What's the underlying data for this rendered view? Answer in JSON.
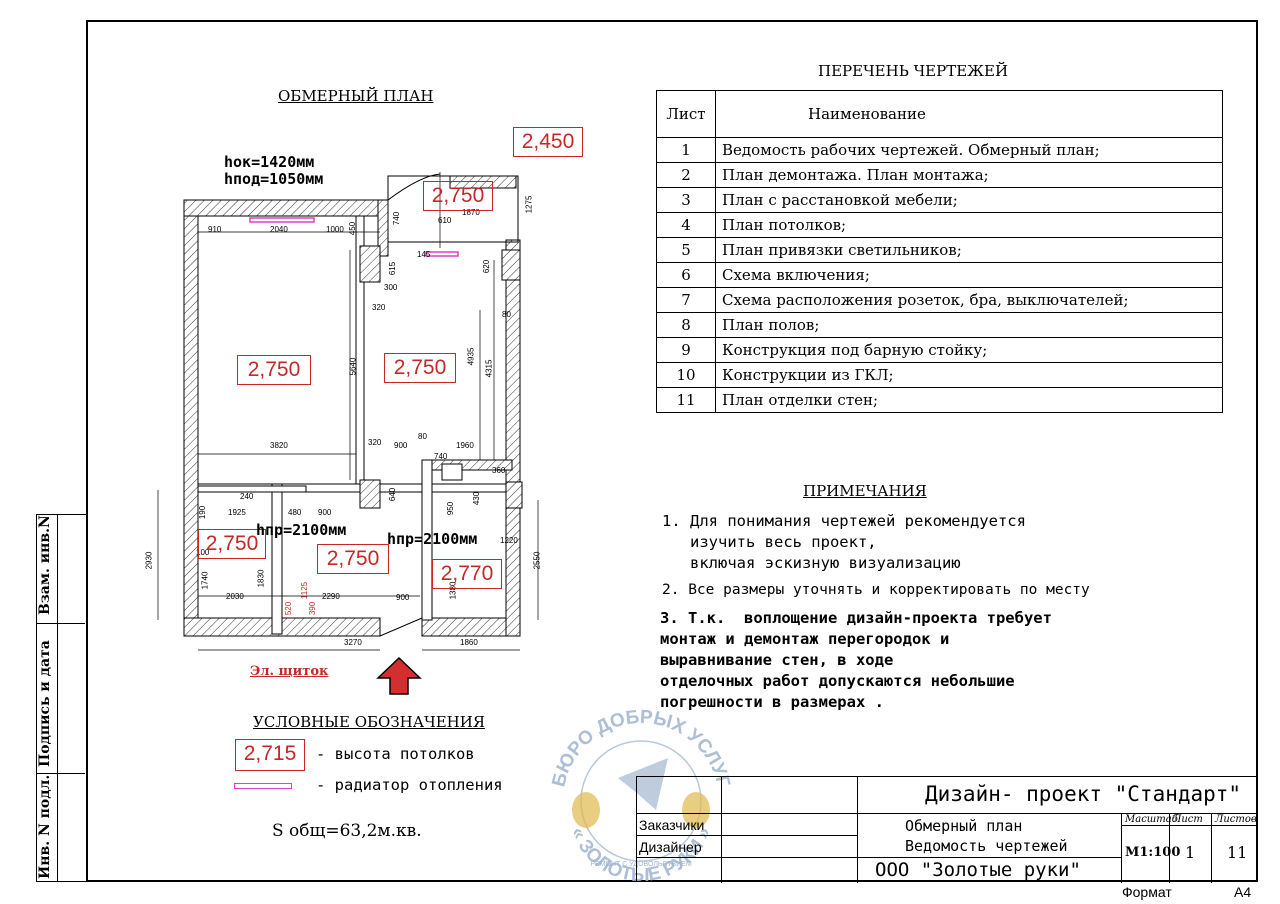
{
  "plan": {
    "title": "ОБМЕРНЫЙ ПЛАН",
    "hok": "hок=1420мм",
    "hpod": "hпод=1050мм",
    "ceilings": [
      "2,450",
      "2,750",
      "2,750",
      "2,750",
      "2,750",
      "2,750",
      "2,770"
    ],
    "door_heights": [
      "hпр=2100мм",
      "hпр=2100мм"
    ],
    "shield_label": "Эл. щиток",
    "dims": [
      "910",
      "2040",
      "1000",
      "450",
      "740",
      "610",
      "1870",
      "1275",
      "145",
      "620",
      "615",
      "300",
      "320",
      "5640",
      "4935",
      "4315",
      "80",
      "3820",
      "320",
      "900",
      "80",
      "1960",
      "740",
      "360",
      "240",
      "640",
      "430",
      "1925",
      "480",
      "900",
      "190",
      "100",
      "1220",
      "950",
      "1380",
      "2930",
      "1740",
      "1830",
      "2030",
      "2290",
      "900",
      "1860",
      "2550",
      "3270",
      "1125",
      "520",
      "390"
    ]
  },
  "drawings": {
    "title": "ПЕРЕЧЕНЬ ЧЕРТЕЖЕЙ",
    "col_sheet": "Лист",
    "col_name": "Наименование",
    "rows": [
      {
        "n": "1",
        "name": "Ведомость рабочих чертежей. Обмерный план;"
      },
      {
        "n": "2",
        "name": "План демонтажа. План монтажа;"
      },
      {
        "n": "3",
        "name": "План с расстановкой мебели;"
      },
      {
        "n": "4",
        "name": "План потолков;"
      },
      {
        "n": "5",
        "name": "План привязки светильников;"
      },
      {
        "n": "6",
        "name": "Схема включения;"
      },
      {
        "n": "7",
        "name": "Схема расположения розеток, бра, выключателей;"
      },
      {
        "n": "8",
        "name": "План полов;"
      },
      {
        "n": "9",
        "name": "Конструкция под барную стойку;"
      },
      {
        "n": "10",
        "name": "Конструкции из ГКЛ;"
      },
      {
        "n": "11",
        "name": "План отделки стен;"
      }
    ]
  },
  "notes": {
    "title": "ПРИМЕЧАНИЯ",
    "n1": "1. Для понимания чертежей рекомендуется\n   изучить весь проект,\n   включая эскизную визуализацию",
    "n2": "2. Все размеры уточнять и корректировать по месту",
    "n3": "3. Т.к.  воплощение дизайн-проекта требует\nмонтаж и демонтаж перегородок и\nвыравнивание стен, в ходе\nотделочных работ допускаются небольшие\nпогрешности в размерах ."
  },
  "legend": {
    "title": "УСЛОВНЫЕ ОБОЗНАЧЕНИЯ",
    "sample_height": "2,715",
    "height_text": "- высота потолков",
    "radiator_text": "- радиатор отопления",
    "area": "S общ=63,2м.кв."
  },
  "side": {
    "labels": [
      "Взам. инв.N",
      "Подпись и дата",
      "Инв. N подл."
    ]
  },
  "stamp": {
    "project": "Дизайн- проект \"Стандарт\"",
    "customer_label": "Заказчики",
    "designer_label": "Дизайнер",
    "sheet_title_1": "Обмерный план",
    "sheet_title_2": "Ведомость чертежей",
    "company": "ООО \"Золотые руки\"",
    "scale_label": "Масштаб",
    "sheet_label": "Лист",
    "sheets_label": "Листов",
    "scale": "М1:100",
    "sheet": "1",
    "sheets": "11",
    "format_label": "Формат",
    "format": "А4"
  },
  "watermark": {
    "top_text": "БЮРО ДОБРЫХ УСЛУГ",
    "bottom_text": "« ЗОЛОТЫЕ РУКИ »",
    "small_text": "РЕМОНТ С УДОВОЛЬСТВИЕМ"
  },
  "colors": {
    "height_box": "#c62828",
    "radiator": "#e040c0",
    "arrow": "#d32f2f",
    "watermark": "#9fb4d0"
  }
}
